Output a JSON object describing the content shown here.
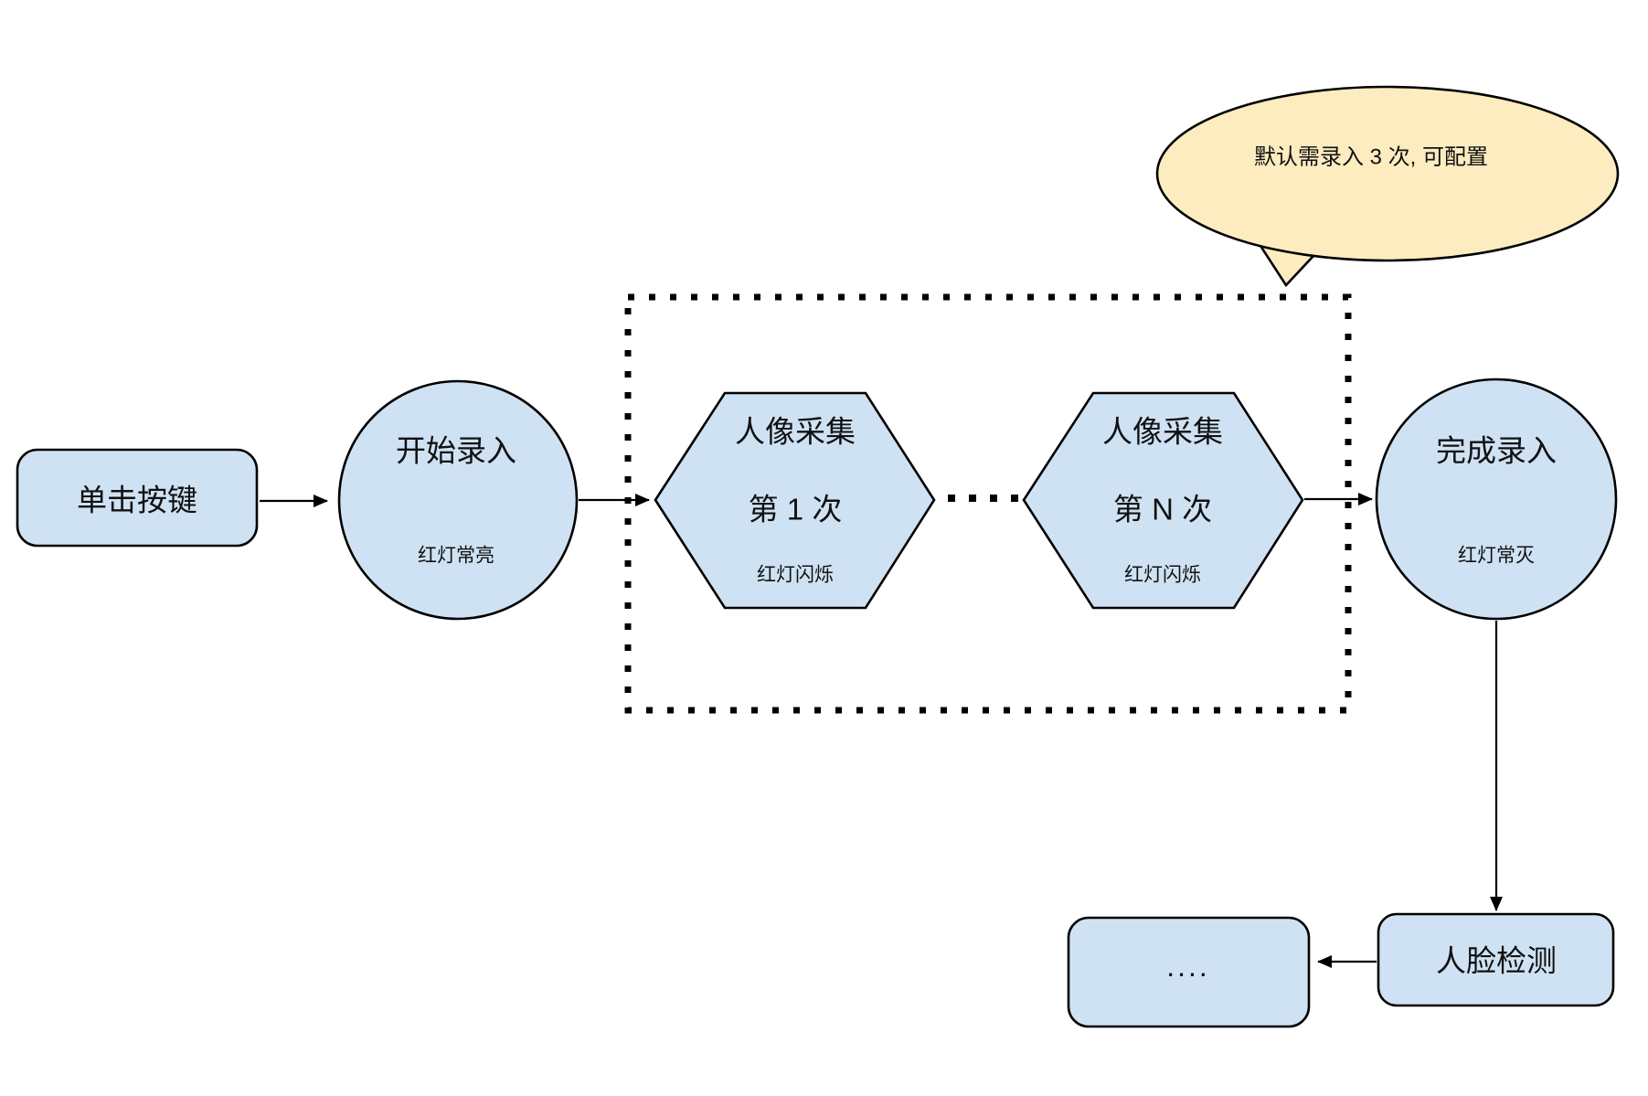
{
  "colors": {
    "node_fill": "#CFE2F3",
    "node_stroke": "#000000",
    "callout_fill": "#FCECC0",
    "background": "#FFFFFF"
  },
  "callout": {
    "text": "默认需录入 3 次, 可配置"
  },
  "nodes": {
    "click_button": {
      "label": "单击按键"
    },
    "start_enroll": {
      "label": "开始录入",
      "sublabel": "红灯常亮"
    },
    "capture_first": {
      "label": "人像采集",
      "label2": "第 1 次",
      "sublabel": "红灯闪烁"
    },
    "capture_nth": {
      "label": "人像采集",
      "label2": "第 N 次",
      "sublabel": "红灯闪烁"
    },
    "finish_enroll": {
      "label": "完成录入",
      "sublabel": "红灯常灭"
    },
    "face_detect": {
      "label": "人脸检测"
    },
    "more": {
      "label": "...."
    }
  }
}
